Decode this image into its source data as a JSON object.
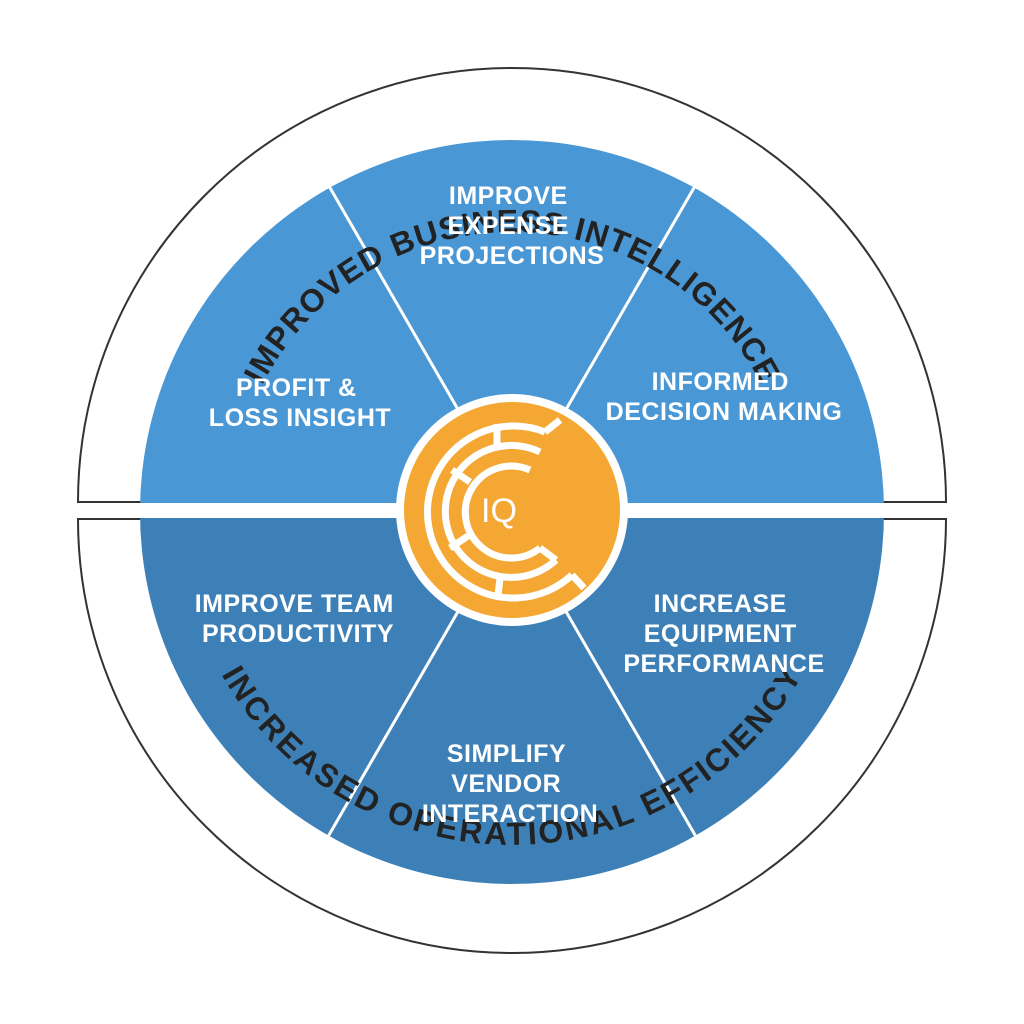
{
  "outer_ring": {
    "top_label": "IMPROVED BUSINESS INTELLIGENCE",
    "bottom_label": "INCREASED OPERATIONAL EFFICIENCY"
  },
  "segments": [
    {
      "id": "top",
      "lines": [
        "IMPROVE",
        "EXPENSE",
        "PROJECTIONS"
      ],
      "color": "#4a97d5"
    },
    {
      "id": "upper-right",
      "lines": [
        "INFORMED",
        "DECISION MAKING"
      ],
      "color": "#4a97d5"
    },
    {
      "id": "lower-right",
      "lines": [
        "INCREASE",
        "EQUIPMENT",
        "PERFORMANCE"
      ],
      "color": "#3d80b7"
    },
    {
      "id": "bottom",
      "lines": [
        "SIMPLIFY",
        "VENDOR",
        "INTERACTION"
      ],
      "color": "#3d80b7"
    },
    {
      "id": "lower-left",
      "lines": [
        "IMPROVE TEAM",
        "PRODUCTIVITY"
      ],
      "color": "#3d80b7"
    },
    {
      "id": "upper-left",
      "lines": [
        "PROFIT &",
        "LOSS INSIGHT"
      ],
      "color": "#4a97d5"
    }
  ],
  "center_logo": {
    "text": "IQ",
    "color": "#f5a733",
    "icon": "maze-c-icon"
  },
  "colors": {
    "top_half": "#4a97d5",
    "bottom_half": "#3d80b7",
    "ring_stroke": "#333333",
    "divider": "#ffffff"
  }
}
